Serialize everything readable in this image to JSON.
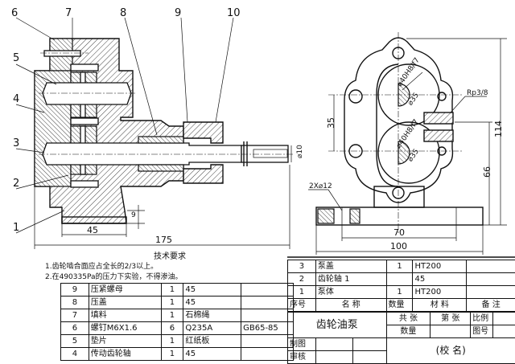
{
  "drawing": {
    "balloons": [
      "1",
      "2",
      "3",
      "4",
      "5",
      "6",
      "7",
      "8",
      "9",
      "10"
    ],
    "front_dims": {
      "overall_length": "175",
      "foot_width": "45",
      "foot_height": "9",
      "shaft_dia": "⌀10"
    },
    "side_dims": {
      "center_distance": "35",
      "height": "114",
      "shaft_height": "66",
      "hole_spacing": "70",
      "base_width": "100",
      "port_thread": "Rp3/8",
      "mount_holes": "2X⌀12",
      "gear_dia_top": "⌀40H8/f7",
      "bore_top": "⌀35",
      "gear_dia_bottom": "⌀40H8/f7",
      "bore_bottom": "⌀35"
    }
  },
  "tech_requirements": {
    "title": "技术要求",
    "items": [
      "1.齿轮啮合面应占全长的2/3以上。",
      "2.在490335Pa的压力下实验，不得渗油。"
    ]
  },
  "parts_left": [
    {
      "no": "9",
      "name": "压紧螺母",
      "qty": "1",
      "material": "45",
      "note": ""
    },
    {
      "no": "8",
      "name": "压盖",
      "qty": "1",
      "material": "45",
      "note": ""
    },
    {
      "no": "7",
      "name": "填料",
      "qty": "1",
      "material": "石棉绳",
      "note": ""
    },
    {
      "no": "6",
      "name": "螺钉M6X1.6",
      "qty": "6",
      "material": "Q235A",
      "note": "GB65-85"
    },
    {
      "no": "5",
      "name": "垫片",
      "qty": "1",
      "material": "红纸板",
      "note": ""
    },
    {
      "no": "4",
      "name": "传动齿轮轴",
      "qty": "1",
      "material": "45",
      "note": ""
    }
  ],
  "parts_right": [
    {
      "no": "3",
      "name": "泵盖",
      "qty": "1",
      "material": "HT200",
      "note": ""
    },
    {
      "no": "2",
      "name": "齿轮轴 1",
      "qty": "",
      "material": "45",
      "note": ""
    },
    {
      "no": "1",
      "name": "泵体",
      "qty": "1",
      "material": "HT200",
      "note": ""
    }
  ],
  "parts_header": {
    "no": "序号",
    "name": "名  称",
    "qty": "数量",
    "material": "材   料",
    "note": "备 注"
  },
  "title_block": {
    "title": "齿轮油泵",
    "sheets_total": "共 张",
    "sheet_no": "第 张",
    "scale": "比例",
    "quantity": "数量",
    "drawing_no": "图号",
    "drawn_by": "制图",
    "checked_by": "审核",
    "school": "(校  名)"
  }
}
